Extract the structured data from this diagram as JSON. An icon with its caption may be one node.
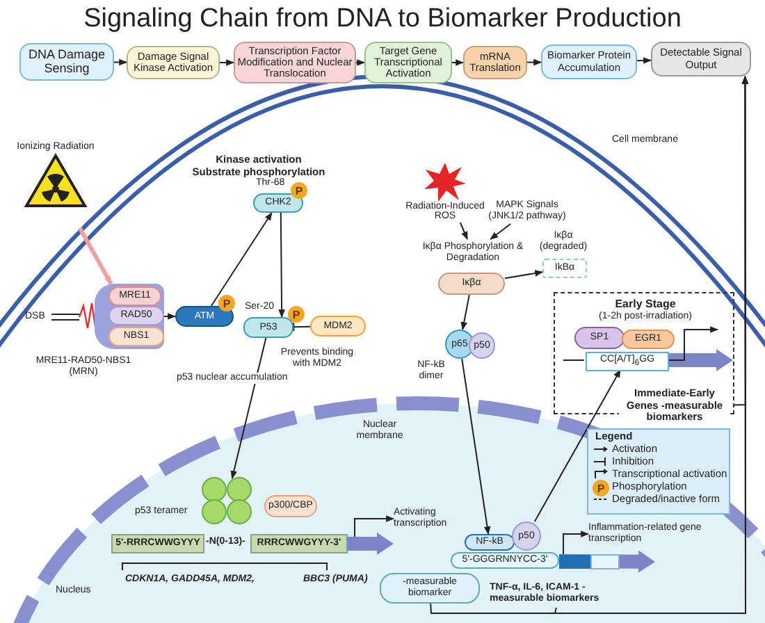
{
  "diagram": {
    "title": "Signaling Chain from DNA to Biomarker Production",
    "nodes": [
      {
        "text": [
          "DNA Damage Sensing"
        ]
      },
      {
        "text": [
          "Damage Signal Kinase Activation"
        ]
      },
      {
        "text": [
          "Transcription Factor Modification and Nuclear Translocation"
        ]
      },
      {
        "text": [
          "Target Gene Transcriptional Activation"
        ]
      },
      {
        "text": [
          "mRNA Translation"
        ]
      },
      {
        "text": [
          "Biomarker Protein Accumulation"
        ]
      },
      {
        "text": [
          "Detectable Signal Output"
        ]
      },
      {
        "text": [
          "Ionizing Radiation"
        ]
      },
      {
        "text": [],
        "shape": "box",
        "beside": [
          "MRE11-RAD50-NBS1 (MRN)"
        ]
      },
      {
        "text": [
          "MRE11"
        ],
        "in": 8
      },
      {
        "text": [
          "RAD50"
        ],
        "in": 8
      },
      {
        "text": [
          "NBS1"
        ],
        "in": 8
      },
      {
        "text": [
          "ATM"
        ]
      },
      {
        "text": [
          "CHK2"
        ],
        "beside": [
          "Thr-68"
        ]
      },
      {
        "text": [
          "P53"
        ],
        "beside": [
          "Ser-20"
        ]
      },
      {
        "text": [
          "MDM2"
        ]
      },
      {
        "text": [
          "Radiation-Induced ROS"
        ]
      },
      {
        "text": [
          "MAPK Signals (JNK1/2 pathway)"
        ]
      },
      {
        "text": [
          "Iκβα Phosphorylation & Degradation"
        ]
      },
      {
        "text": [
          "Iκβα"
        ]
      },
      {
        "text": [
          "IkBα"
        ],
        "beside": [
          "Iκβα (degraded)"
        ]
      },
      {
        "text": [
          "p65"
        ]
      },
      {
        "text": [
          "p50"
        ]
      },
      {
        "text": [
          "Early Stage",
          "(1-2h post-irradiation)",
          "Immediate-Early Genes -measurable biomarkers"
        ]
      },
      {
        "text": [
          "SP1"
        ],
        "in": 23
      },
      {
        "text": [
          "EGR1"
        ],
        "in": 23
      },
      {
        "text": [
          "CC[A/T]$_{6}$GG"
        ],
        "in": 23
      },
      {
        "text": [],
        "shape": "circle",
        "beside": [
          "p53 teramer"
        ]
      },
      {
        "text": [
          "p300/CBP"
        ]
      },
      {
        "text": [
          "5'-RRRCWWGYYY"
        ]
      },
      {
        "text": [
          "RRRCWWGYYY-3'"
        ]
      },
      {
        "text": [
          "Activating transcription"
        ]
      },
      {
        "text": [
          "NF-kB"
        ]
      },
      {
        "text": [
          "p50"
        ]
      },
      {
        "text": [
          "5'-GGGRNNYCC-3'"
        ]
      },
      {
        "text": [
          "Inflammation-related gene transcription"
        ]
      },
      {
        "text": [
          "-measurable biomarker"
        ]
      },
      {
        "text": [
          "TNF-α, IL-6, ICAM-1 -measurable biomarkers"
        ]
      }
    ],
    "edges": [
      {
        "from": 0,
        "to": 1,
        "arrow": "to"
      },
      {
        "from": 1,
        "to": 2,
        "arrow": "to"
      },
      {
        "from": 2,
        "to": 3,
        "arrow": "to"
      },
      {
        "from": 3,
        "to": 4,
        "arrow": "to"
      },
      {
        "from": 4,
        "to": 5,
        "arrow": "to"
      },
      {
        "from": 5,
        "to": 6,
        "arrow": "to"
      },
      {
        "from": 7,
        "to": 8,
        "arrow": "to",
        "style": "thick",
        "color": "#f4a0a0"
      },
      {
        "from": 8,
        "to": 12,
        "arrow": "to"
      },
      {
        "from": 12,
        "to": 13,
        "arrow": "to"
      },
      {
        "from": 13,
        "to": 14,
        "arrow": "to"
      },
      {
        "from": 15,
        "to": 14,
        "arrow": "other"
      },
      {
        "from": 14,
        "to": 27,
        "arrow": "to",
        "label": "p53 nuclear accumulation"
      },
      {
        "from": 16,
        "to": 18,
        "arrow": "to"
      },
      {
        "from": 17,
        "to": 18,
        "arrow": "to"
      },
      {
        "from": 19,
        "to": 20,
        "arrow": "to"
      },
      {
        "from": 19,
        "to": 21,
        "arrow": "to"
      },
      {
        "from": 21,
        "to": 32,
        "arrow": "to"
      },
      {
        "from": 33,
        "to": 26,
        "arrow": "to"
      },
      {
        "from": 30,
        "to": 31,
        "arrow": "to"
      },
      {
        "from": 34,
        "to": 35,
        "arrow": "to"
      },
      {
        "from": 36,
        "to": 6,
        "arrow": "to"
      },
      {
        "from": 37,
        "to": 6,
        "arrow": "to"
      },
      {
        "from": 23,
        "to": 6,
        "arrow": "to"
      },
      {
        "from": 30,
        "to": null,
        "arrow": "to",
        "style": "thick",
        "color": "#7b86c8"
      },
      {
        "from": 34,
        "to": null,
        "arrow": "to",
        "style": "thick",
        "color": "#7b86c8"
      },
      {
        "from": 26,
        "to": null,
        "arrow": "to",
        "style": "thick",
        "color": "#7b86c8"
      },
      {
        "from": 26,
        "to": null,
        "arrow": "to"
      }
    ],
    "labels": [
      "Kinase activation Substrate phosphorylation",
      "Cell membrane",
      "P",
      "DSB",
      "P",
      "P",
      "Prevents binding with MDM2",
      "NF-kB dimer",
      "Nuclear membrane",
      "Legend",
      "P",
      "-N(0-13)-",
      "Nucleus",
      "CDKN1A, GADD45A, MDM2,",
      "BBC3 (PUMA)"
    ],
    "legend": [
      {
        "text": "Activation"
      },
      {
        "text": "Inhibition"
      },
      {
        "text": "Transcriptional activation"
      },
      {
        "text": "Phosphorylation"
      },
      {
        "text": "Degraded/inactive form"
      }
    ]
  }
}
